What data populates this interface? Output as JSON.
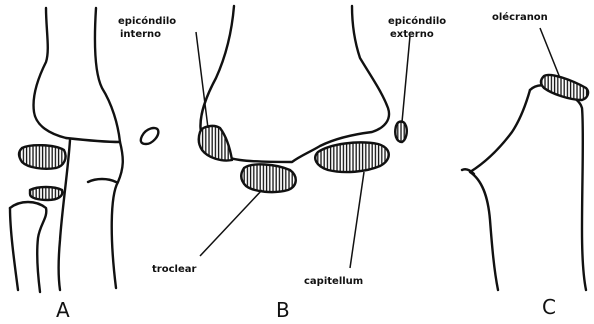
{
  "labels": {
    "epicondilo_interno_1": "epicóndilo",
    "epicondilo_interno_2": "interno",
    "epicondilo_externo_1": "epicóndilo",
    "epicondilo_externo_2": "externo",
    "olecranon": "olécranon",
    "troclear": "troclear",
    "capitellum": "capitellum"
  },
  "panels": {
    "a": "A",
    "b": "B",
    "c": "C"
  }
}
